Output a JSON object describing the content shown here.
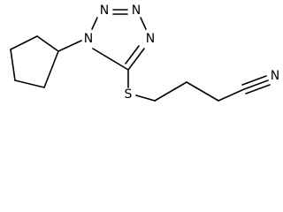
{
  "molecule": {
    "atoms": {
      "n1": "N",
      "n2": "N",
      "n3": "N",
      "n4": "N",
      "s": "S",
      "nitrile_n": "N"
    }
  }
}
